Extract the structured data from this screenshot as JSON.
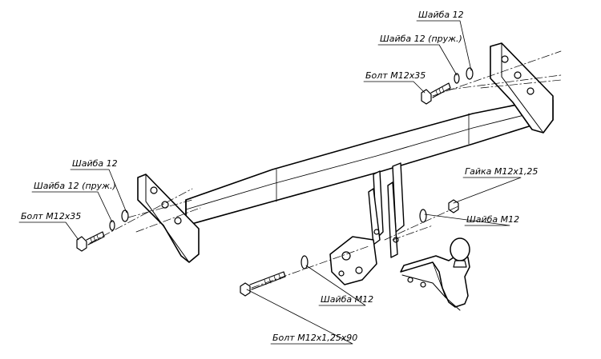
{
  "labels": {
    "washer_12_right": "Шайба 12",
    "spring_washer_12_right": "Шайба 12 (пруж.)",
    "bolt_m12x35_right": "Болт М12х35",
    "washer_12_left": "Шайба 12",
    "spring_washer_12_left": "Шайба 12 (пруж.)",
    "bolt_m12x35_left": "Болт М12х35",
    "nut_m12x125": "Гайка М12х1,25",
    "washer_m12_right": "Шайба М12",
    "washer_m12_bottom": "Шайба М12",
    "bolt_m12x125x90": "Болт М12х1,25х90"
  },
  "colors": {
    "line": "#000000",
    "background": "#ffffff"
  }
}
